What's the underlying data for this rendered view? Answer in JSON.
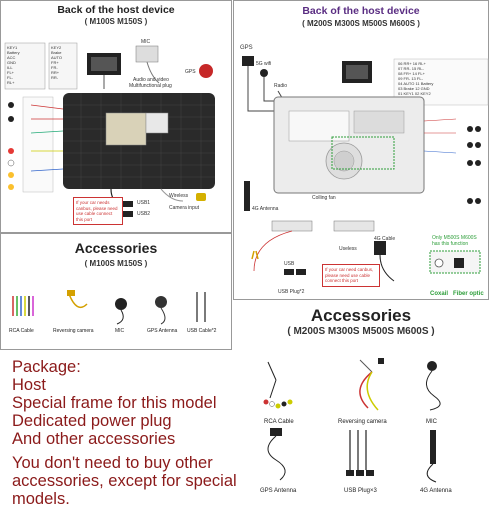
{
  "left_panel": {
    "title": "Back of the host device",
    "models": "( M100S  M150S )",
    "labels": {
      "mic": "MIC",
      "audio_video": "Audio and video",
      "multifunction": "Multifunctional plug",
      "gps": "GPS",
      "usb1": "USB1",
      "usb2": "USB2",
      "wireless": "Wireless",
      "camera_input": "Camera input",
      "canbus_note": "If your car needs canbus, please need use cable connect this port"
    }
  },
  "right_panel": {
    "title": "Back of the host device",
    "models": "( M200S  M300S  M500S  M600S )",
    "labels": {
      "gps": "GPS",
      "wifi": "5G wifi",
      "radio": "Radio",
      "fan": "Colling fan",
      "antenna_4g": "4G Antenna",
      "usb": "USB",
      "useless": "Useless",
      "usb_plug": "USB Plug*2",
      "cable_4g": "4G Cable",
      "canbus_note": "If your car need canbus, please need use cable connect this port",
      "only_models": "Only M500S M600S has this function",
      "coaxial": "Coxail",
      "fiber": "Fiber optic"
    }
  },
  "left_accessories": {
    "title": "Accessories",
    "models": "( M100S  M150S )",
    "items": [
      "RCA Cable",
      "Reversing camera",
      "MIC",
      "GPS Antenna",
      "USB Cable*2"
    ]
  },
  "right_accessories": {
    "title": "Accessories",
    "models": "( M200S M300S M500S M600S )",
    "items_row1": [
      "RCA Cable",
      "Reversing camera",
      "MIC"
    ],
    "items_row2": [
      "GPS Antenna",
      "USB Plug×3",
      "4G Antenna"
    ]
  },
  "package": {
    "line1": "Package:",
    "line2": "Host",
    "line3": "Special frame for this model",
    "line4": "Dedicated power plug",
    "line5": "And other accessories",
    "line6": "You don't need to buy other",
    "line7": "accessories, except for special",
    "line8": "models."
  },
  "colors": {
    "title_text": "#222222",
    "right_title": "#5a2d82",
    "package_text": "#8b1a1a",
    "highlight_green": "#2e9e3a",
    "note_red": "#cc3333"
  }
}
